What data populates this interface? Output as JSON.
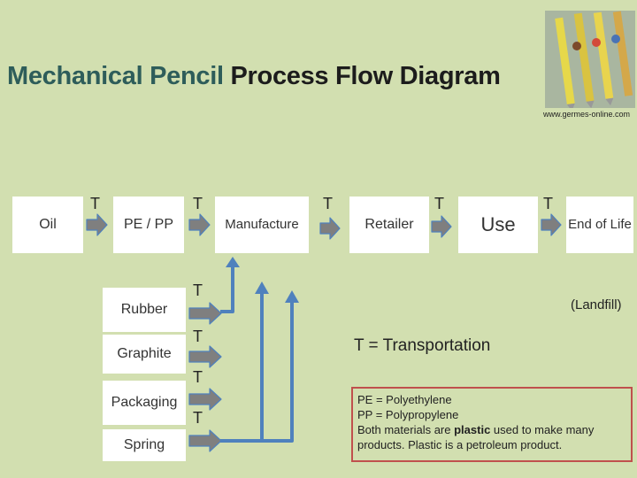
{
  "title": {
    "part1": "Mechanical Pencil",
    "part2": "Process Flow Diagram"
  },
  "image_caption": "www.germes-online.com",
  "flow": {
    "oil": "Oil",
    "pe_pp": "PE / PP",
    "manufacture": "Manufacture",
    "retailer": "Retailer",
    "use": "Use",
    "end_of_life": "End of Life"
  },
  "inputs": {
    "rubber": "Rubber",
    "graphite": "Graphite",
    "packaging": "Packaging",
    "spring": "Spring"
  },
  "transport_label": "T",
  "landfill": "(Landfill)",
  "legend": "T = Transportation",
  "note": {
    "line1": "PE = Polyethylene",
    "line2": "PP = Polypropylene",
    "line3_pre": "Both materials are ",
    "line3_bold": "plastic",
    "line3_post": " used to make many products. Plastic is a petroleum product."
  },
  "colors": {
    "background": "#d2dfb0",
    "title_accent": "#2e5d5a",
    "arrow_fill": "#7f7f7f",
    "arrow_stroke": "#4f81bd",
    "note_border": "#c0504d"
  }
}
